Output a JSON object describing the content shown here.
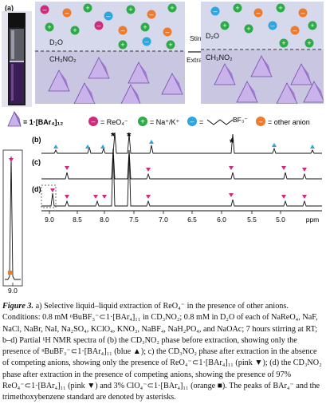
{
  "panel_a_label": "(a)",
  "scheme": {
    "phase_top": "D₂O",
    "phase_bottom": "CH₃NO₂",
    "arrow_top": "Stirring",
    "arrow_bottom": "Extraction"
  },
  "legend": {
    "cage": "= 1·[BAr₄]₁₂",
    "reo4": "= ReO₄⁻",
    "cation": "= Na⁺/K⁺",
    "bf3_eq": "=",
    "bf3": "BF₃⁻",
    "other": "= other anion"
  },
  "colors": {
    "d2o_bg": "#d6d8ec",
    "nitro_bg": "#c9c6e2",
    "reo4": "#d02a7e",
    "cation": "#2eaa48",
    "bf3": "#2aa7e0",
    "other": "#ee7a2a",
    "cage": "#a07ad0"
  },
  "spectra": {
    "labels": [
      "(b)",
      "(c)",
      "(d)"
    ],
    "axis_ticks": [
      "9.0",
      "8.5",
      "8.0",
      "7.5",
      "7.0",
      "6.5",
      "6.0",
      "5.5",
      "5.0",
      "ppm"
    ],
    "inset_tick": "9.0",
    "asterisk": "*"
  },
  "caption": {
    "fig": "Figure 3.",
    "text": " a) Selective liquid–liquid extraction of ReO₄⁻ in the presence of other anions. Conditions: 0.8 mM ⁿBuBF₃⁻⊂⁢1·[BAr₄]₁₁ in CD₃NO₂; 0.8 mM in D₂O of each of NaReO₄, NaF, NaCl, NaBr, NaI, Na₂SO₄, KClO₄, KNO₃, NaBF₄, NaH₂PO₄, and NaOAc; 7 hours stirring at RT; b–d) Partial ¹H NMR spectra of (b) the CD₃NO₂ phase before extraction, showing only the presence of ⁿBuBF₃⁻⊂⁢1·[BAr₄]₁₁ (blue ▲); c) the CD₃NO₂ phase after extraction in the absence of competing anions, showing only the presence of ReO₄⁻⊂⁢1·[BAr₄]₁₁ (pink ▼); (d) the CD₃NO₂ phase after extraction in the presence of competing anions, showing the presence of 97% ReO₄⁻⊂⁢1·[BAr₄]₁₁ (pink ▼) and 3% ClO₄⁻⊂⁢1·[BAr₄]₁₁ (orange ■). The peaks of BAr₄⁻ and the trimethoxybenzene standard are denoted by asterisks."
  }
}
